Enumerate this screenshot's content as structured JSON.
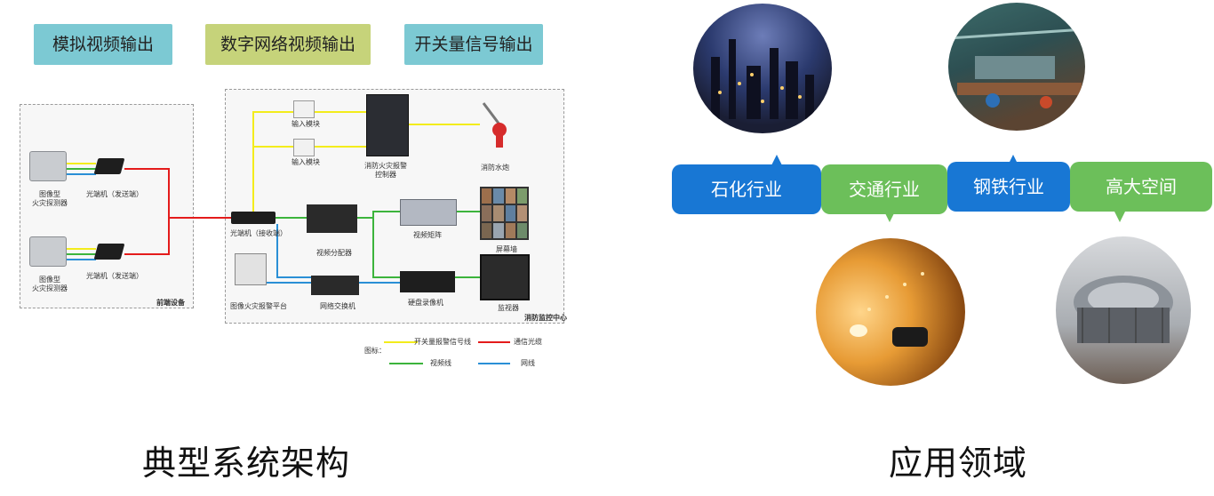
{
  "tabs": [
    {
      "label": "模拟视频输出"
    },
    {
      "label": "数字网络视频输出"
    },
    {
      "label": "开关量信号输出"
    }
  ],
  "front_panel": {
    "title": "前端设备",
    "detector_1": "图像型\n火灾探测器",
    "detector_2": "图像型\n火灾探测器",
    "transmitter_1": "光端机（发送端）",
    "transmitter_2": "光端机（发送端）"
  },
  "center_panel": {
    "title": "消防监控中心",
    "input_module_1": "输入模块",
    "input_module_2": "输入模块",
    "alarm_controller": "消防火灾报警\n控制器",
    "water_cannon": "消防水炮",
    "receiver": "光端机（接收端）",
    "video_distributor": "视频分配器",
    "video_matrix": "视频矩阵",
    "screen_wall": "屏幕墙",
    "platform": "图像火灾报警平台",
    "network_switch": "网络交换机",
    "dvr": "硬盘录像机",
    "monitor": "监视器"
  },
  "legend": {
    "title": "图标：",
    "items": [
      {
        "label": "开关量报警信号线",
        "color": "#f3ec1c"
      },
      {
        "label": "通信光缆",
        "color": "#e41b1b"
      },
      {
        "label": "视频线",
        "color": "#3cb43c"
      },
      {
        "label": "网线",
        "color": "#2a8fd6"
      }
    ]
  },
  "left_caption": "典型系统架构",
  "right_caption": "应用领域",
  "industries": [
    {
      "label": "石化行业",
      "color": "#1877d4"
    },
    {
      "label": "交通行业",
      "color": "#6cbf5a"
    },
    {
      "label": "钢铁行业",
      "color": "#1877d4"
    },
    {
      "label": "高大空间",
      "color": "#6cbf5a"
    }
  ]
}
